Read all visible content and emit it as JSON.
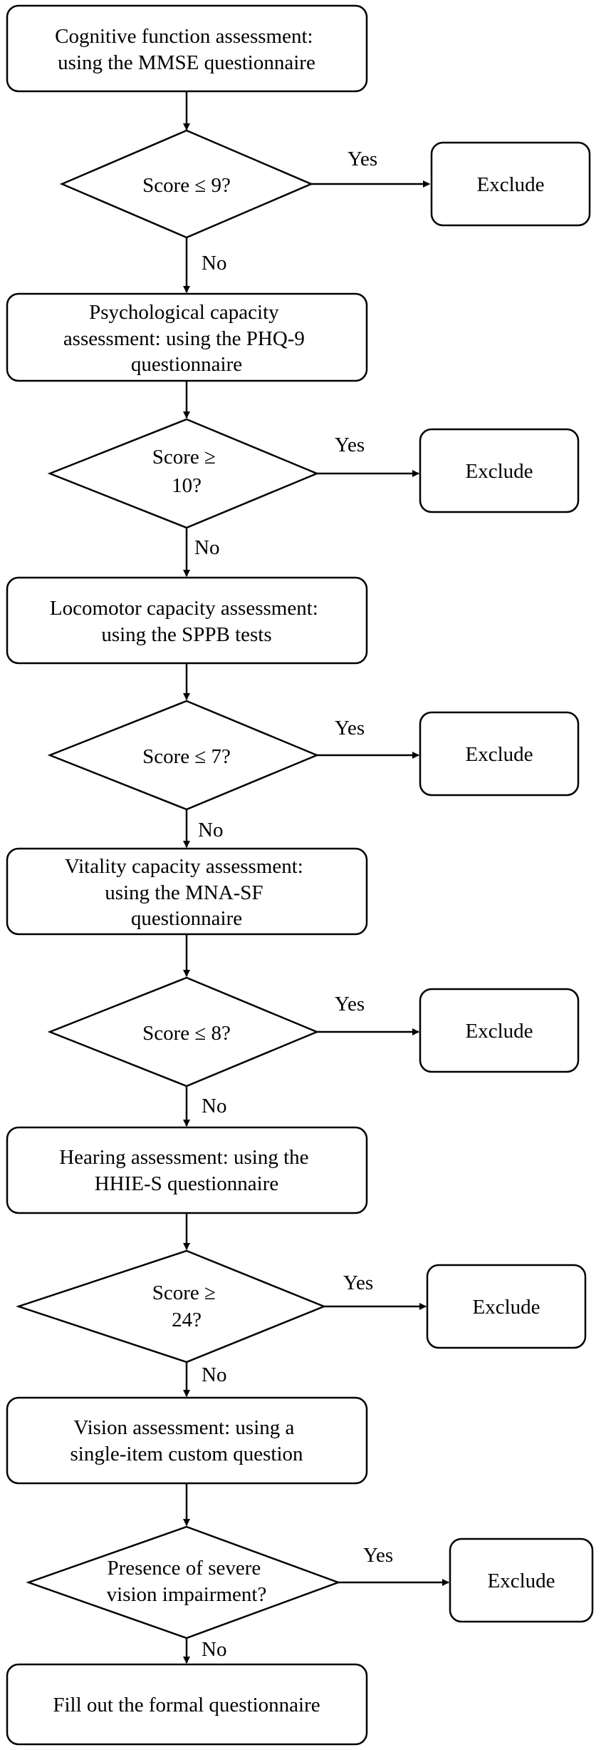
{
  "steps": [
    {
      "assessment": [
        "Cognitive function assessment:",
        "using the MMSE questionnaire"
      ],
      "decision": [
        "Score ≤ 9?"
      ],
      "exclude": "Exclude"
    },
    {
      "assessment": [
        "Psychological capacity",
        "assessment: using the  PHQ-9",
        "questionnaire"
      ],
      "decision": [
        "Score ≥",
        "10?"
      ],
      "exclude": "Exclude"
    },
    {
      "assessment": [
        "Locomotor capacity assessment:",
        "using the  SPPB tests"
      ],
      "decision": [
        "Score ≤ 7?"
      ],
      "exclude": "Exclude"
    },
    {
      "assessment": [
        "Vitality capacity assessment:",
        "using the  MNA-SF",
        "questionnaire"
      ],
      "decision": [
        "Score ≤ 8?"
      ],
      "exclude": "Exclude"
    },
    {
      "assessment": [
        "Hearing assessment: using the",
        "HHIE-S questionnaire"
      ],
      "decision": [
        "Score ≥",
        "24?"
      ],
      "exclude": "Exclude"
    },
    {
      "assessment": [
        "Vision assessment: using a",
        "single-item custom question"
      ],
      "decision": [
        "Presence of severe",
        "vision impairment?"
      ],
      "exclude": "Exclude"
    }
  ],
  "final_step": "Fill out the formal questionnaire",
  "labels": {
    "yes": "Yes",
    "no": "No"
  }
}
